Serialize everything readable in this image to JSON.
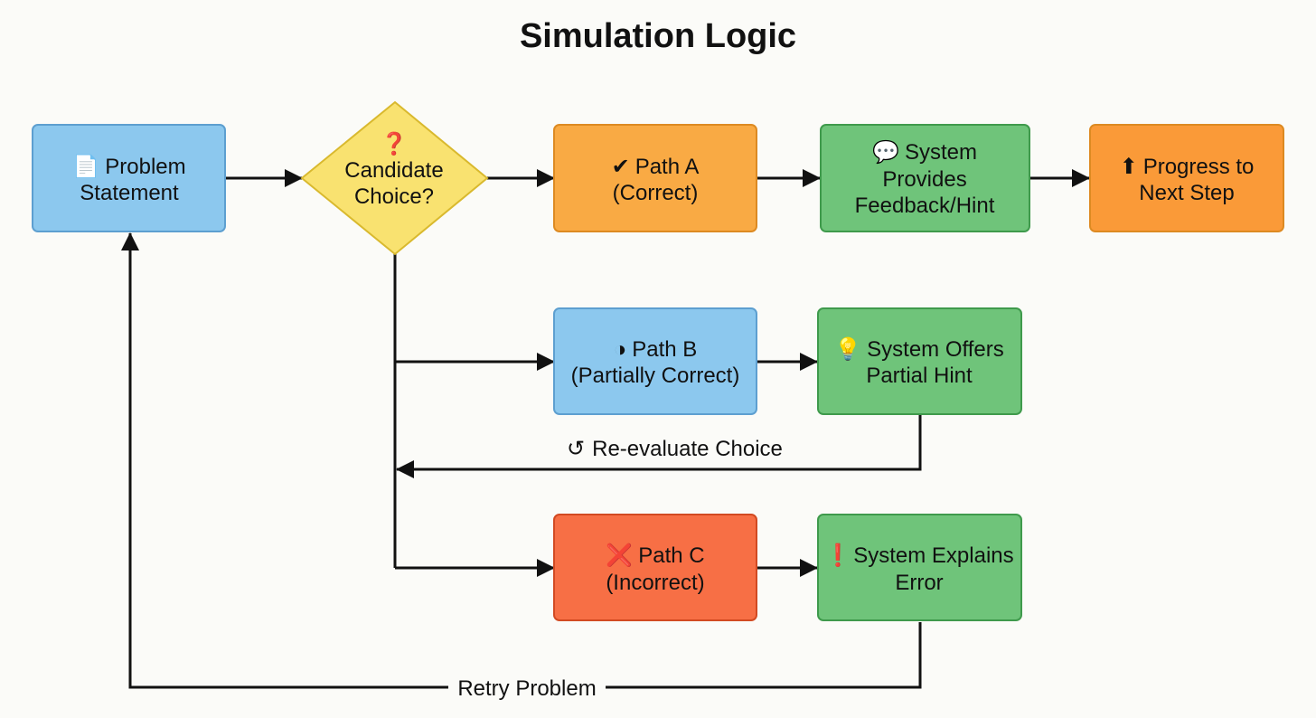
{
  "title": "Simulation Logic",
  "colors": {
    "blue": "#8cc8ee",
    "blue_border": "#5d9fd0",
    "yellow": "#f9e270",
    "yellow_border": "#d9b92e",
    "orange": "#f9aa44",
    "orange_border": "#dd8a22",
    "orange2": "#fa9a38",
    "green": "#6fc47a",
    "green_border": "#3f9a4c",
    "red": "#f76f45",
    "red_border": "#d24a22"
  },
  "nodes": {
    "problem": {
      "icon": "document-icon",
      "glyph": "📄",
      "line1": "Problem",
      "line2": "Statement"
    },
    "choice": {
      "icon": "question-icon",
      "glyph": "❓",
      "line1": "Candidate",
      "line2": "Choice?"
    },
    "path_a": {
      "icon": "check-icon",
      "glyph": "✔",
      "line1": "Path A",
      "line2": "(Correct)"
    },
    "feedback": {
      "icon": "speech-bubble-icon",
      "glyph": "💬",
      "line1": "System",
      "line2": "Provides",
      "line3": "Feedback/Hint"
    },
    "progress": {
      "icon": "up-arrow-icon",
      "glyph": "⬆",
      "line1": "Progress to",
      "line2": "Next Step"
    },
    "path_b": {
      "icon": "half-circle-icon",
      "glyph": "◑",
      "line1": "Path B",
      "line2": "(Partially Correct)"
    },
    "partial_hint": {
      "icon": "lightbulb-icon",
      "glyph": "💡",
      "line1": "System Offers",
      "line2": "Partial Hint"
    },
    "path_c": {
      "icon": "cross-icon",
      "glyph": "❌",
      "line1": "Path C",
      "line2": "(Incorrect)"
    },
    "explains": {
      "icon": "exclamation-icon",
      "glyph": "❗",
      "line1": "System Explains",
      "line2": "Error"
    }
  },
  "edge_labels": {
    "reevaluate_icon": "refresh-icon",
    "reevaluate_glyph": "↺",
    "reevaluate": "Re-evaluate Choice",
    "retry": "Retry Problem"
  }
}
